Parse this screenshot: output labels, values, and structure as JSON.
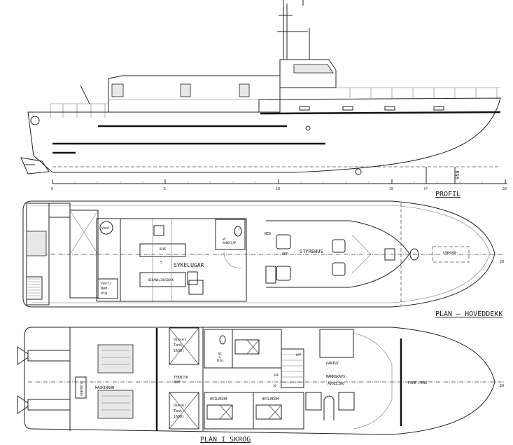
{
  "profile": {
    "title": "PROFIL",
    "scale_ticks": [
      "0",
      "5",
      "10",
      "15",
      "20"
    ],
    "fp_label": "FP",
    "dimension": "950"
  },
  "main_deck": {
    "title": "PLAN – HOVEDDEKK",
    "rooms": {
      "sickbay": "SYKELUGAR",
      "stretcher": "BÅRE",
      "treatment_bench": "BEHANDLINGSBENK",
      "wheelhouse": "STYREHUS",
      "gangway": "LANDGANG"
    },
    "vent": "Vent",
    "vent_emergency": [
      "Vent/",
      "Nød-",
      "Utg"
    ],
    "wc": [
      "WC",
      "HANDICAP"
    ],
    "down": "NED",
    "up": "OPP",
    "frame_mid": "5",
    "frame_end": "20"
  },
  "hull_plan": {
    "title": "PLAN I SKROG",
    "rooms": {
      "engine_room": "MASKINROM",
      "generator": "GENERATOR",
      "technical_room": [
        "TEKNISK",
        "ROM"
      ],
      "rest_room_1": "HVILEROM",
      "rest_room_2": "HVILEROM",
      "pantry": "PANTRY",
      "crew_quarters": [
        "MANNSKAPS-",
        "AVDELING"
      ],
      "fore_peak": "FORE PEAK"
    },
    "diesel_tank": [
      "Diesel",
      "Tank",
      "1600l"
    ],
    "wc_shower": [
      "WC",
      "&",
      "DUSJ"
    ],
    "up_1": "OPP",
    "up_2": "OPP",
    "frame_10": "10",
    "frame_end": "20"
  }
}
